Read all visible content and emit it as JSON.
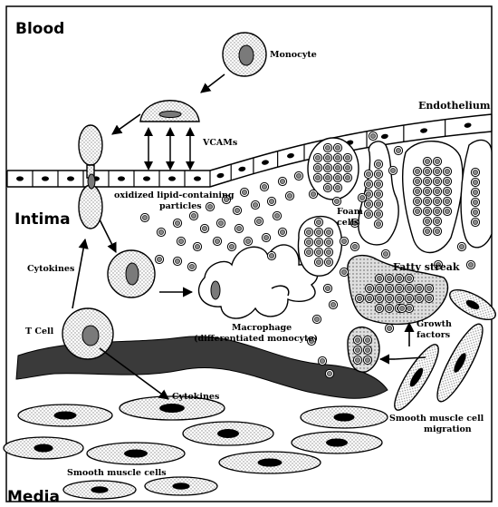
{
  "regions": {
    "blood": "Blood",
    "intima": "Intima",
    "media": "Media",
    "endothelium": "Endothelium"
  },
  "labels": {
    "monocyte": "Monocyte",
    "vcams": "VCAMs",
    "oxidized_line1": "oxidized lipid-containing",
    "oxidized_line2": "particles",
    "cytokines_upper": "Cytokines",
    "t_cell": "T Cell",
    "macrophage_line1": "Macrophage",
    "macrophage_line2": "(differentiated monocyte)",
    "foam_line1": "Foam",
    "foam_line2": "cells",
    "fatty_streak": "Fatty streak",
    "growth_line1": "Growth",
    "growth_line2": "factors",
    "cytokines_lower": "Cytokines",
    "smc_migration_line1": "Smooth muscle cell",
    "smc_migration_line2": "migration",
    "smooth_muscle_cells": "Smooth muscle cells"
  },
  "colors": {
    "ink": "#000000",
    "stipple": "#9a9a9a",
    "nucleus": "#7a7a7a",
    "muscle_band": "#3a3a3a"
  }
}
